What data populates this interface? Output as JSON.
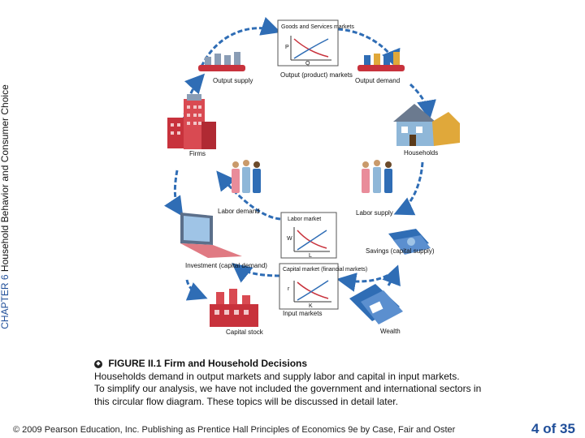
{
  "side": {
    "chapter": "CHAPTER 6",
    "subject": "Household Behavior and Consumer Choice"
  },
  "diagram": {
    "goods_market_title": "Goods and Services markets",
    "goods_p": "P",
    "goods_q": "Q",
    "output_markets": "Output (product) markets",
    "output_supply": "Output supply",
    "output_demand": "Output demand",
    "firms": "Firms",
    "households": "Households",
    "labor_demand": "Labor demand",
    "labor_supply": "Labor supply",
    "labor_market": "Labor market",
    "labor_w": "W",
    "labor_l": "L",
    "investment": "Investment (capital demand)",
    "savings": "Savings (capital supply)",
    "capital_market": "Capital market (financial markets)",
    "capital_r": "r",
    "capital_k": "K",
    "input_markets": "Input markets",
    "capital_stock": "Capital stock",
    "wealth": "Wealth"
  },
  "caption": {
    "icon": "figure-icon",
    "figure_label": "FIGURE II.1",
    "figure_title": "Firm and Household Decisions",
    "line1": "Households demand in output markets and supply labor and capital in input markets.",
    "line2": "To simplify our analysis, we have not included the government and international sectors in",
    "line3": "this circular flow diagram. These topics will be discussed in detail later."
  },
  "footer": {
    "copyright": "© 2009 Pearson Education, Inc. Publishing as Prentice Hall",
    "book": "Principles of Economics 9e by Case, Fair and Oster"
  },
  "page": {
    "current": "4",
    "of": "of",
    "total": "35"
  },
  "colors": {
    "flow_arrow": "#2f6db5",
    "side_label": "#1f4e99",
    "firm_red": "#c8323c"
  }
}
